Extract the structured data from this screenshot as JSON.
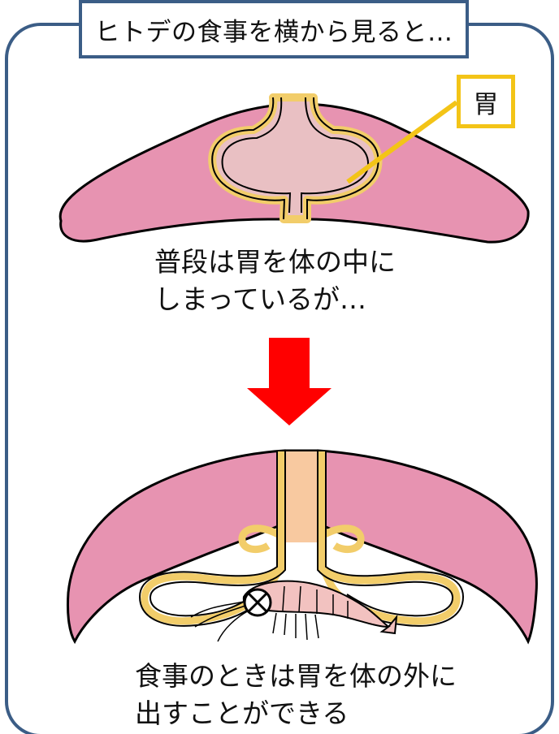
{
  "title": "ヒトデの食事を横から見ると…",
  "stomach_label": "胃",
  "caption_top": {
    "line1": "普段は胃を体の中に",
    "line2": "しまっているが…"
  },
  "caption_bottom": {
    "line1": "食事のときは胃を体の外に",
    "line2": "出すことができる"
  },
  "colors": {
    "frame": "#3b5d86",
    "body_pink": "#e793b1",
    "stomach_inner": "#e9c0c3",
    "stomach_wall": "#f2cd6a",
    "label_yellow": "#f3c417",
    "arrow_red": "#ff0000",
    "esophagus": "#f8c9a0"
  }
}
